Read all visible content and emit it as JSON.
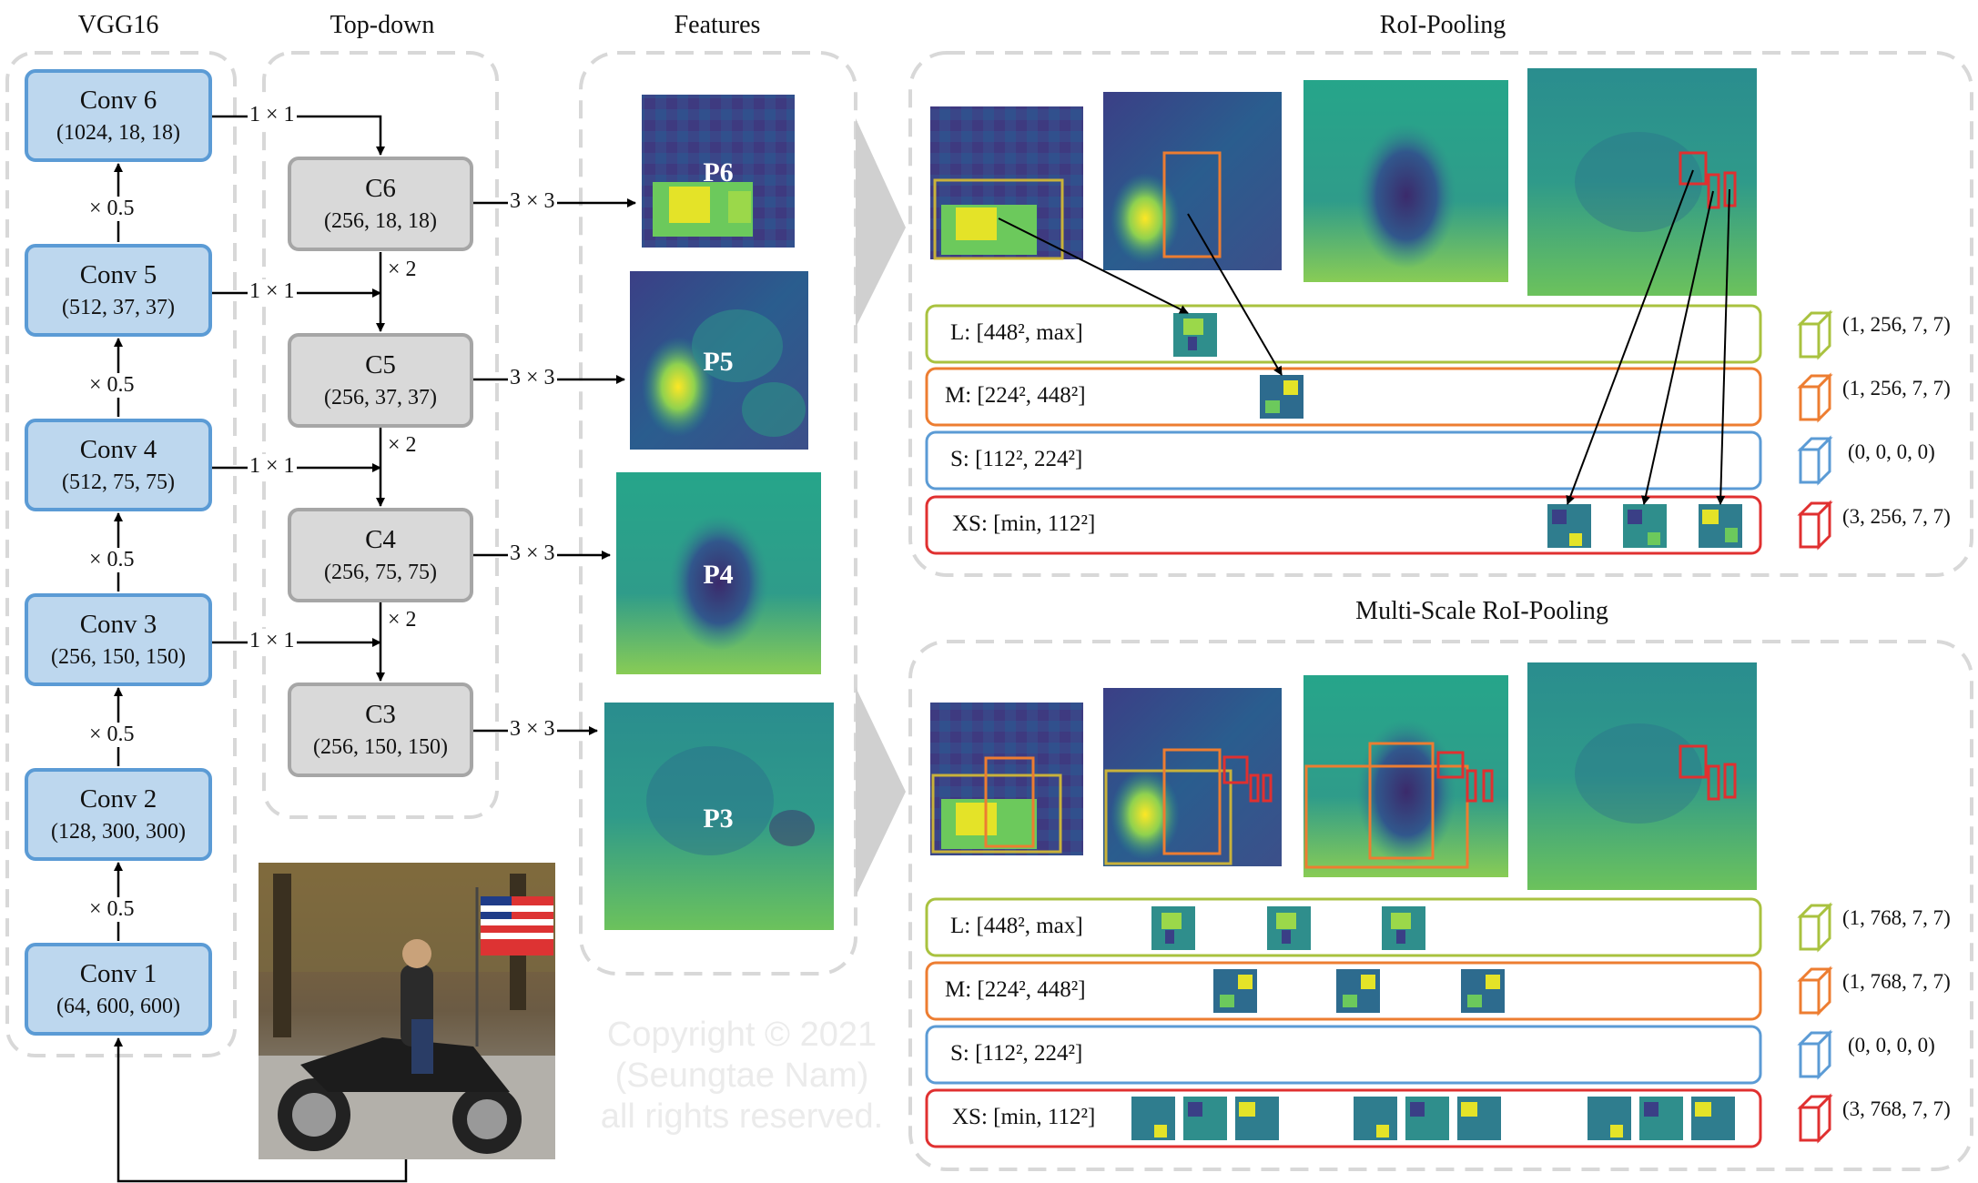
{
  "headers": {
    "vgg": "VGG16",
    "topdown": "Top-down",
    "features": "Features",
    "roi": "RoI-Pooling",
    "msroi": "Multi-Scale RoI-Pooling"
  },
  "vgg_blocks": [
    {
      "name": "Conv 6",
      "shape": "(1024, 18, 18)"
    },
    {
      "name": "Conv 5",
      "shape": "(512, 37, 37)"
    },
    {
      "name": "Conv 4",
      "shape": "(512, 75, 75)"
    },
    {
      "name": "Conv 3",
      "shape": "(256, 150, 150)"
    },
    {
      "name": "Conv 2",
      "shape": "(128, 300, 300)"
    },
    {
      "name": "Conv 1",
      "shape": "(64, 600, 600)"
    }
  ],
  "topdown_blocks": [
    {
      "name": "C6",
      "shape": "(256, 18, 18)"
    },
    {
      "name": "C5",
      "shape": "(256, 37, 37)"
    },
    {
      "name": "C4",
      "shape": "(256, 75, 75)"
    },
    {
      "name": "C3",
      "shape": "(256, 150, 150)"
    }
  ],
  "ops": {
    "downsample": "× 0.5",
    "lateral": "1 × 1",
    "upsample": "× 2",
    "smooth": "3 × 3"
  },
  "features": [
    "P6",
    "P5",
    "P4",
    "P3"
  ],
  "roi_rows": [
    {
      "label": "L: [448², max]",
      "tensor": "(1, 256, 7, 7)",
      "color": "#a9c23f"
    },
    {
      "label": "M: [224², 448²]",
      "tensor": "(1, 256, 7, 7)",
      "color": "#ed7d31"
    },
    {
      "label": "S: [112², 224²]",
      "tensor": "(0,  0,  0,  0)",
      "color": "#5b9bd5"
    },
    {
      "label": "XS: [min, 112²]",
      "tensor": "(3, 256, 7, 7)",
      "color": "#e03030"
    }
  ],
  "msroi_rows": [
    {
      "label": "L: [448², max]",
      "tensor": "(1, 768, 7, 7)",
      "color": "#a9c23f"
    },
    {
      "label": "M: [224², 448²]",
      "tensor": "(1, 768, 7, 7)",
      "color": "#ed7d31"
    },
    {
      "label": "S: [112², 224²]",
      "tensor": "(0,  0,  0,  0)",
      "color": "#5b9bd5"
    },
    {
      "label": "XS: [min, 112²]",
      "tensor": "(3, 768, 7, 7)",
      "color": "#e03030"
    }
  ],
  "watermark": {
    "line1": "Copyright © 2021",
    "line2": "(Seungtae Nam)",
    "line3": "all rights reserved."
  }
}
